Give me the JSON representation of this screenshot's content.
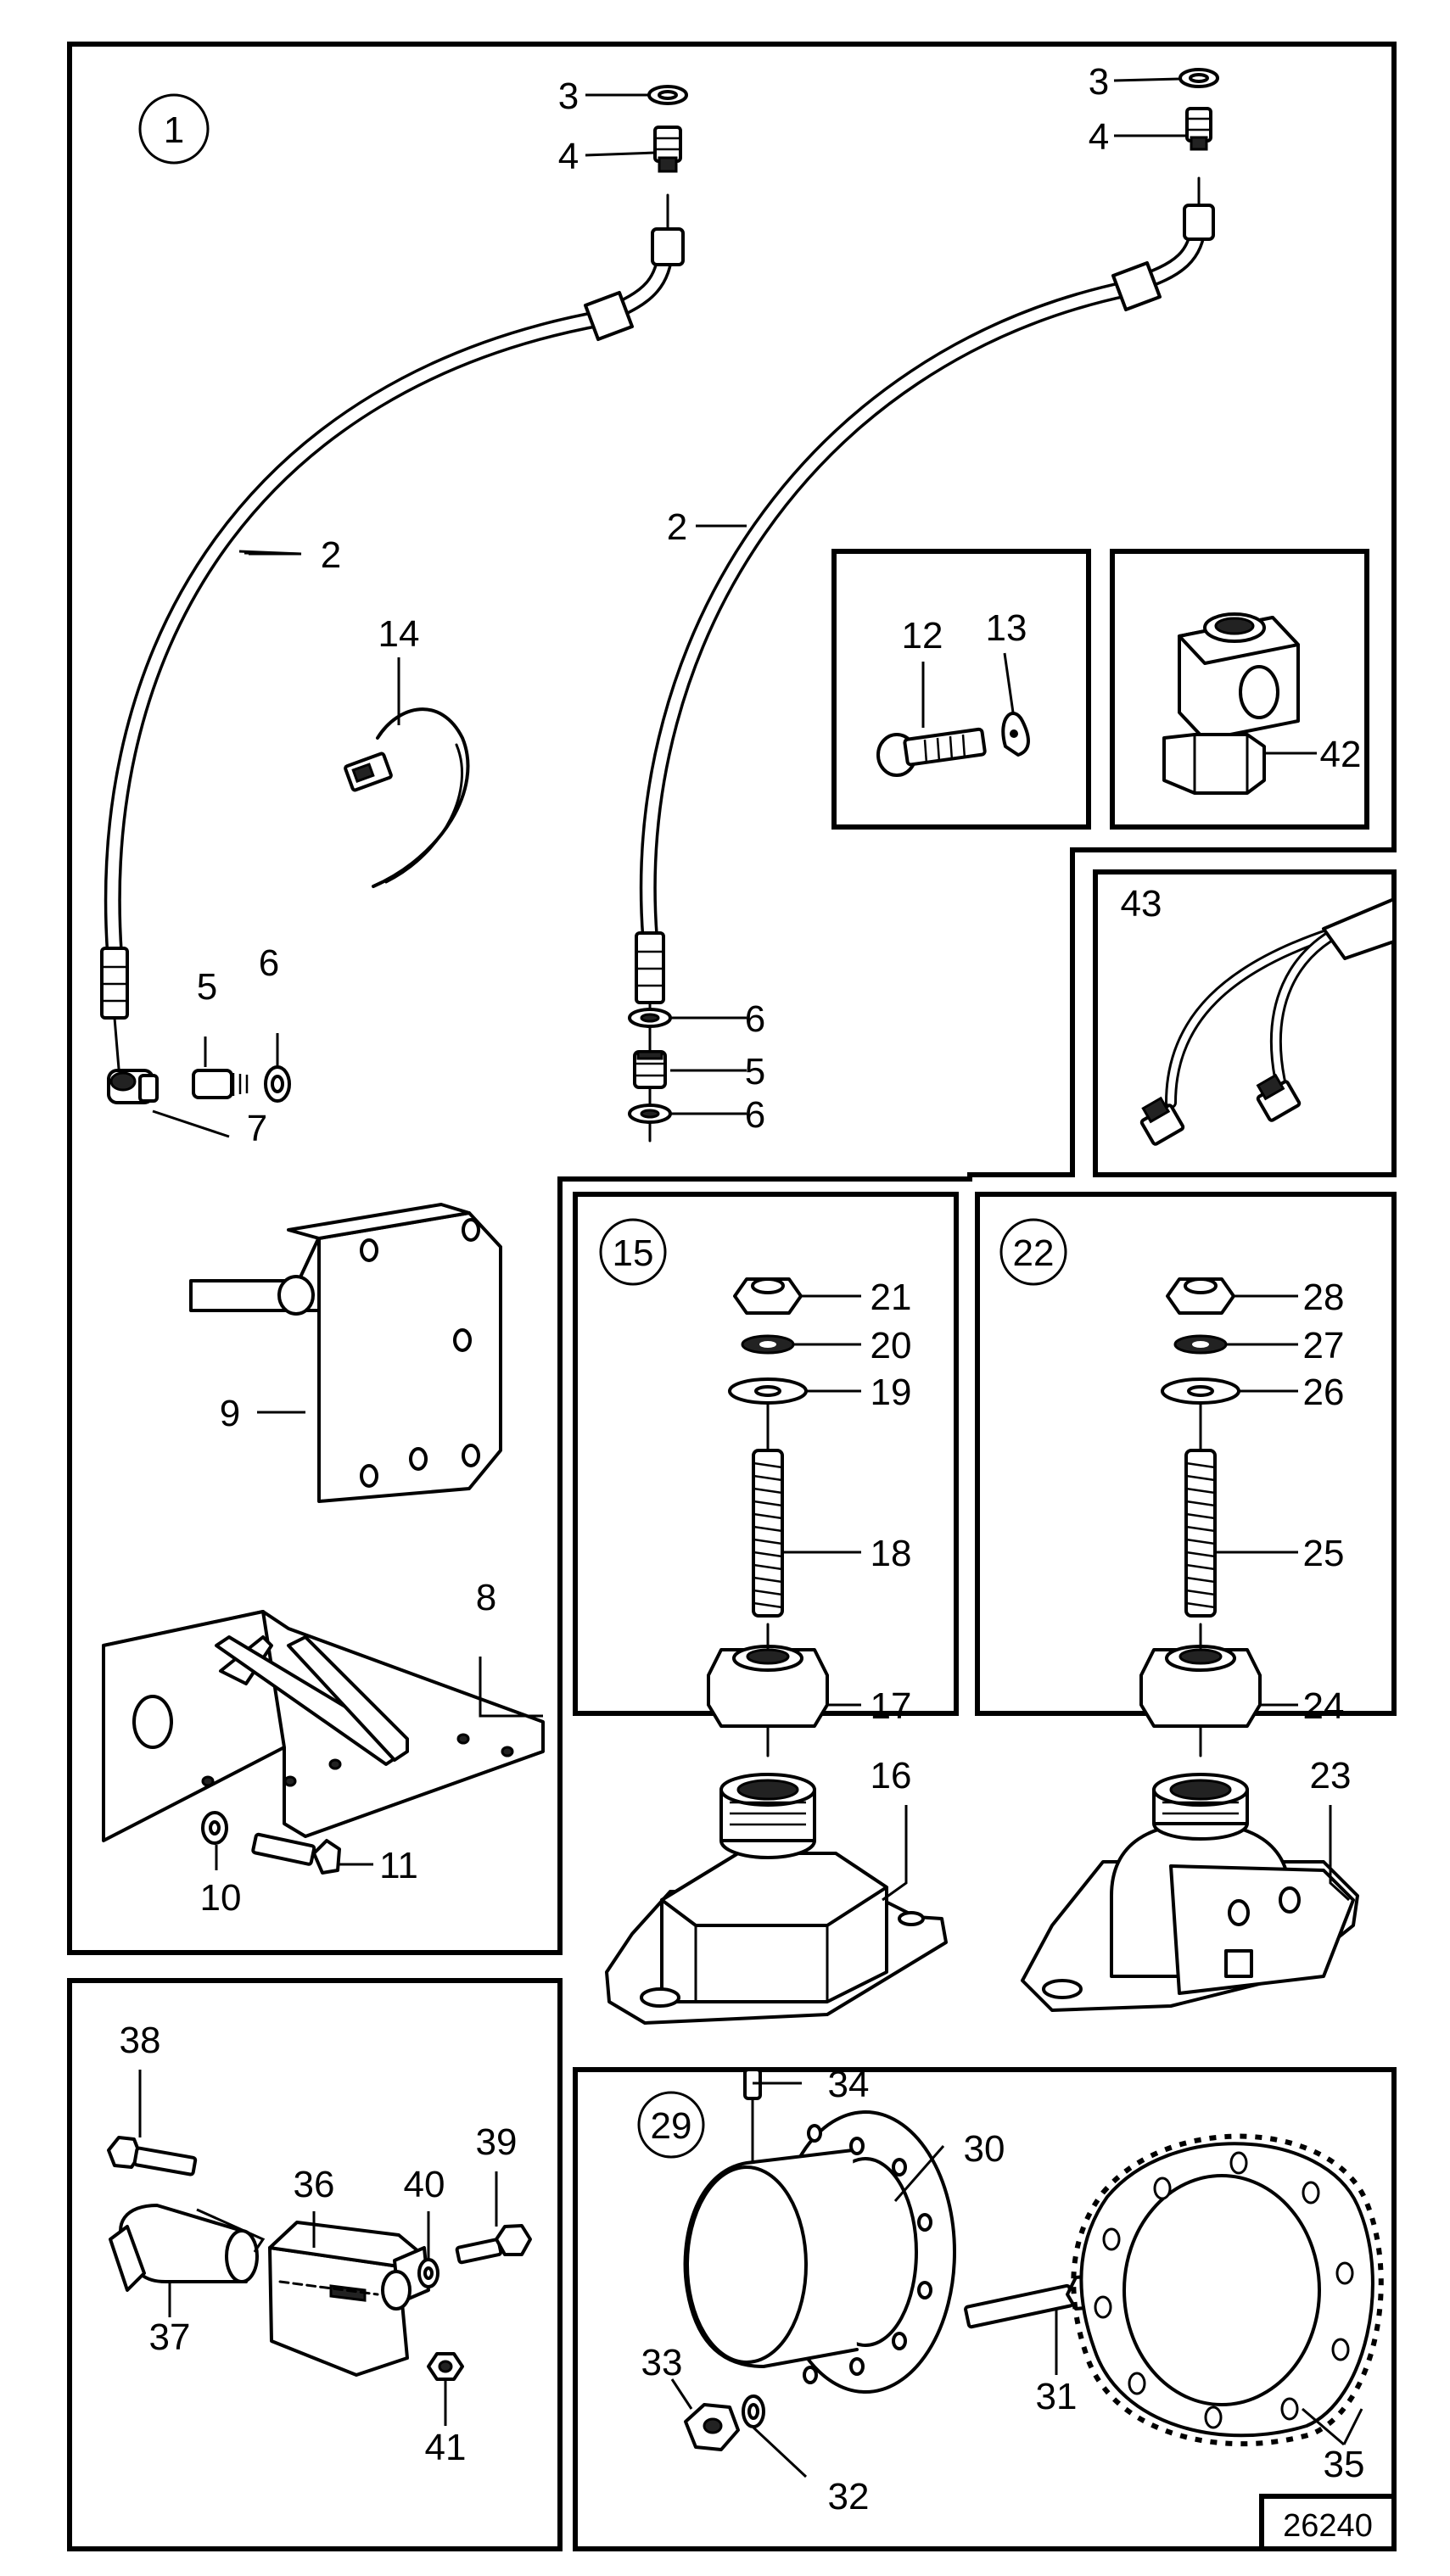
{
  "figure_number": "26240",
  "groups": {
    "hoses": "1",
    "mount_a": "15",
    "mount_b": "22",
    "flywheel": "29"
  },
  "boxes": {
    "screw_clip": {
      "labels": [
        "12",
        "13"
      ]
    },
    "tee_fitting": {
      "labels": [
        "42"
      ]
    },
    "sensor_cable": {
      "labels": [
        "43"
      ]
    },
    "sensor_bracket": {
      "labels": [
        "36",
        "37",
        "38",
        "39",
        "40",
        "41"
      ]
    }
  },
  "callouts": {
    "p2a": "2",
    "p2b": "2",
    "p3a": "3",
    "p3b": "3",
    "p4a": "4",
    "p4b": "4",
    "p5a": "5",
    "p5b": "5",
    "p6a": "6",
    "p6b": "6",
    "p6c": "6",
    "p7": "7",
    "p8": "8",
    "p9": "9",
    "p10": "10",
    "p11": "11",
    "p12": "12",
    "p13": "13",
    "p14": "14",
    "p16": "16",
    "p17": "17",
    "p18": "18",
    "p19": "19",
    "p20": "20",
    "p21": "21",
    "p23": "23",
    "p24": "24",
    "p25": "25",
    "p26": "26",
    "p27": "27",
    "p28": "28",
    "p30": "30",
    "p31": "31",
    "p32": "32",
    "p33": "33",
    "p34": "34",
    "p35": "35",
    "p36": "36",
    "p37": "37",
    "p38": "38",
    "p39": "39",
    "p40": "40",
    "p41": "41",
    "p42": "42",
    "p43": "43"
  }
}
